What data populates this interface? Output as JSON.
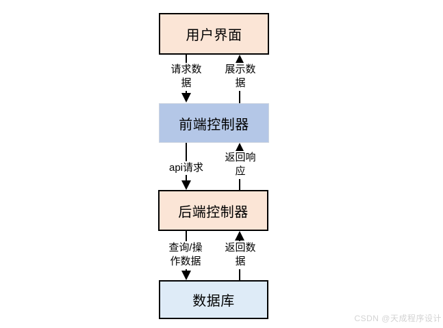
{
  "diagram": {
    "nodes": {
      "ui": {
        "label": "用户界面",
        "fill": "#fbe5d6",
        "border": "#000000"
      },
      "frontend": {
        "label": "前端控制器",
        "fill": "#b4c7e7",
        "border": "none"
      },
      "backend": {
        "label": "后端控制器",
        "fill": "#fbe5d6",
        "border": "#000000"
      },
      "database": {
        "label": "数据库",
        "fill": "#deebf7",
        "border": "#000000"
      }
    },
    "edges": {
      "request_data": {
        "label": "请求数\n据",
        "from": "ui",
        "to": "frontend",
        "direction": "down"
      },
      "display_data": {
        "label": "展示数\n据",
        "from": "frontend",
        "to": "ui",
        "direction": "up"
      },
      "api_request": {
        "label": "api请求",
        "from": "frontend",
        "to": "backend",
        "direction": "down"
      },
      "return_response": {
        "label": "返回响\n应",
        "from": "backend",
        "to": "frontend",
        "direction": "up"
      },
      "query_operate_data": {
        "label": "查询/操\n作数据",
        "from": "backend",
        "to": "database",
        "direction": "down"
      },
      "return_data": {
        "label": "返回数\n据",
        "from": "database",
        "to": "backend",
        "direction": "up"
      }
    },
    "line_color": "#000000"
  },
  "watermark": {
    "text": "CSDN @天成程序设计",
    "color": "#d3d3d3"
  }
}
